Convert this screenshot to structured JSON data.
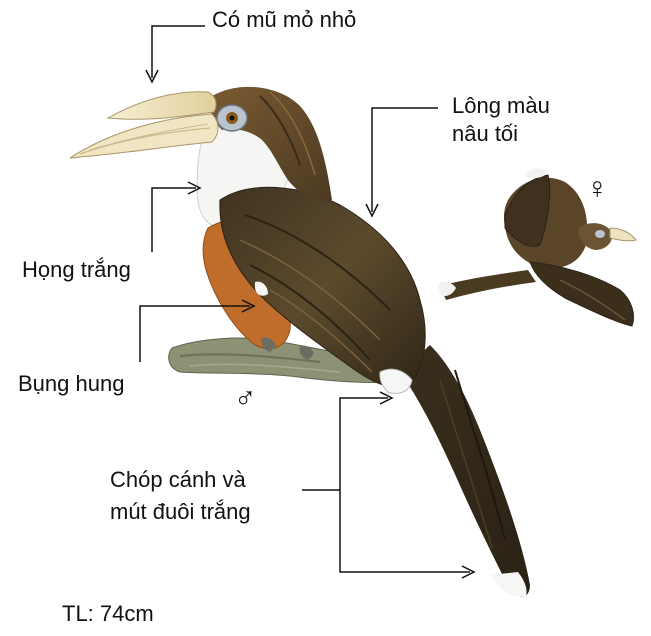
{
  "labels": {
    "crest": "Có mũ mỏ nhỏ",
    "dark_brown_1": "Lông màu",
    "dark_brown_2": "nâu tối",
    "throat": "Họng trắng",
    "belly": "Bụng hung",
    "wingtip_1": "Chóp cánh và",
    "wingtip_2": "mút đuôi trắng",
    "total_length": "TL: 74cm"
  },
  "symbols": {
    "male": "♂",
    "female": "♀"
  },
  "colors": {
    "feather_dark": "#4a3a22",
    "feather_mid": "#6b5433",
    "casque": "#efe3bf",
    "throat": "#f4f4f2",
    "belly": "#c0702c",
    "branch": "#8a8f70",
    "line": "#111111"
  }
}
